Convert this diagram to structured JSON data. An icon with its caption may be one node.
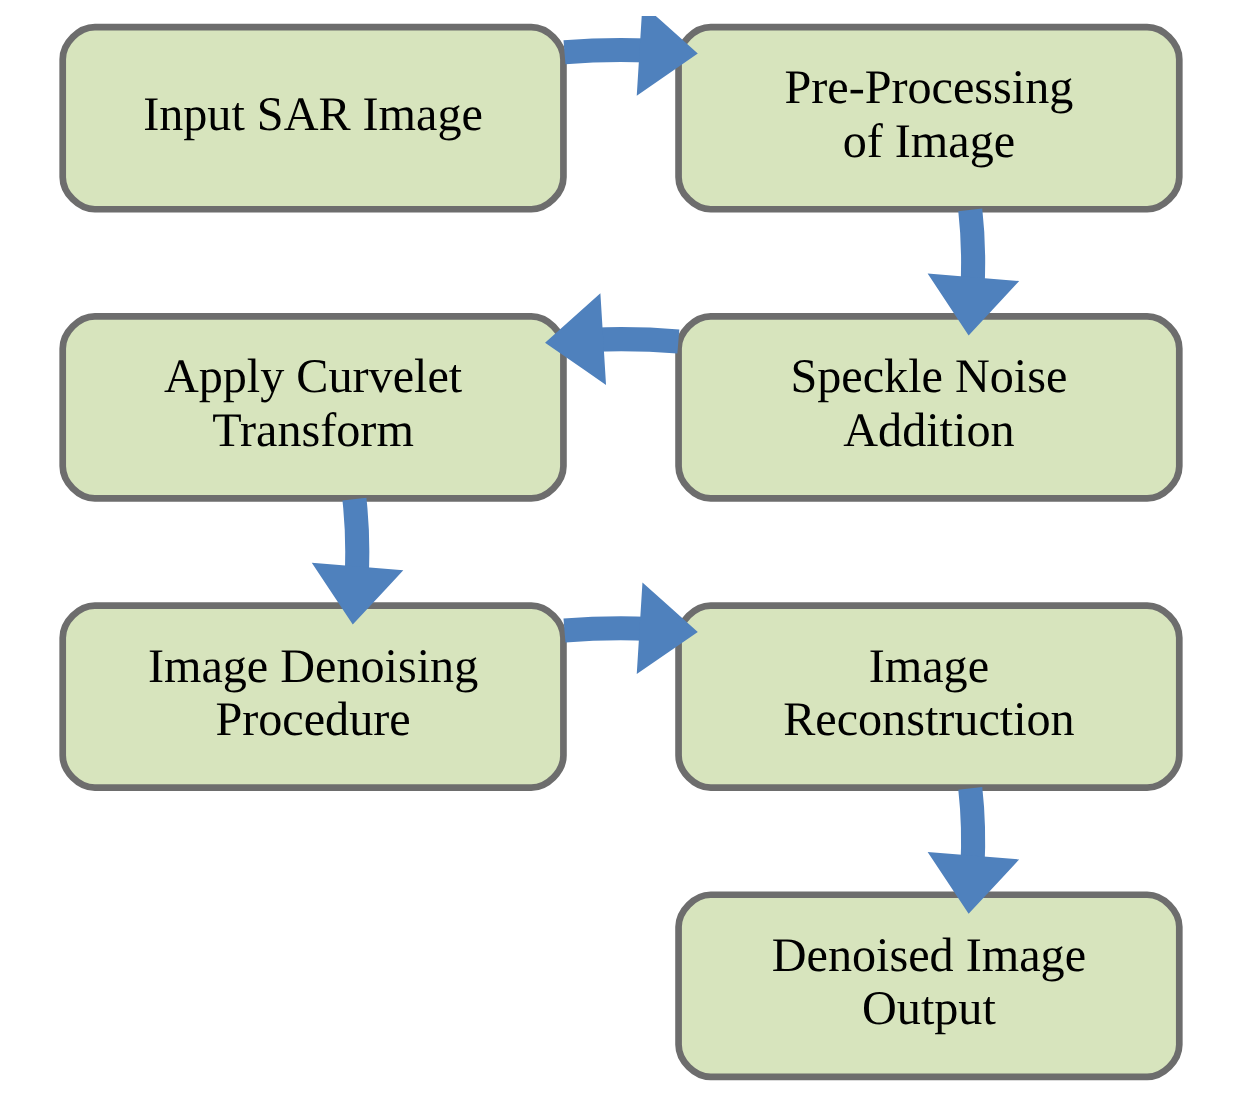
{
  "diagram": {
    "nodes": [
      {
        "text": [
          "Input SAR Image"
        ]
      },
      {
        "text": [
          "Pre-Processing of Image"
        ]
      },
      {
        "text": [
          "Speckle Noise Addition"
        ]
      },
      {
        "text": [
          "Apply Curvelet Transform"
        ]
      },
      {
        "text": [
          "Image Denoising Procedure"
        ]
      },
      {
        "text": [
          "Image Reconstruction"
        ]
      },
      {
        "text": [
          "Denoised Image Output"
        ]
      }
    ],
    "edges": [
      {
        "from": 0,
        "to": 1,
        "arrow": "to"
      },
      {
        "from": 1,
        "to": 2,
        "arrow": "to"
      },
      {
        "from": 2,
        "to": 3,
        "arrow": "to"
      },
      {
        "from": 3,
        "to": 4,
        "arrow": "to"
      },
      {
        "from": 4,
        "to": 5,
        "arrow": "to"
      },
      {
        "from": 5,
        "to": 6,
        "arrow": "to"
      }
    ]
  }
}
